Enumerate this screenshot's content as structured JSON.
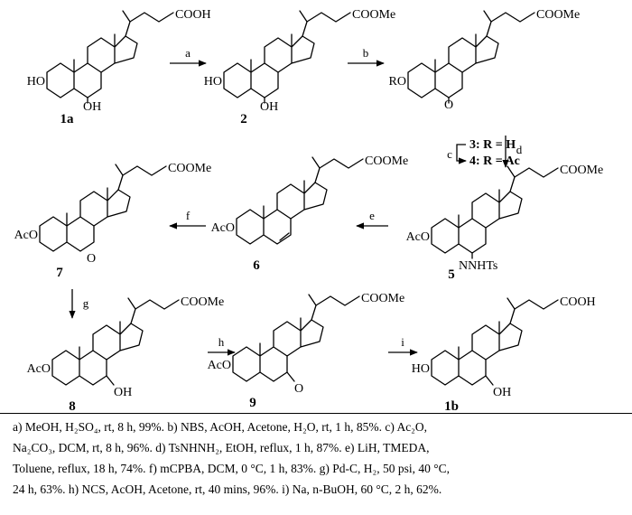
{
  "compounds": [
    {
      "id": "1a",
      "label": "1a",
      "groups": {
        "side_chain": "COOH",
        "c3": "HO",
        "c6": "OH"
      }
    },
    {
      "id": "2",
      "label": "2",
      "groups": {
        "side_chain": "COOMe",
        "c3": "HO",
        "c6": "OH"
      }
    },
    {
      "id": "3_4",
      "labels": [
        "3: R = H",
        "4: R = Ac"
      ],
      "groups": {
        "side_chain": "COOMe",
        "c3": "RO",
        "c6": "O"
      }
    },
    {
      "id": "5",
      "label": "5",
      "groups": {
        "side_chain": "COOMe",
        "c3": "AcO",
        "c6": "NNHTs"
      }
    },
    {
      "id": "6",
      "label": "6",
      "groups": {
        "side_chain": "COOMe",
        "c3": "AcO"
      }
    },
    {
      "id": "7",
      "label": "7",
      "groups": {
        "side_chain": "COOMe",
        "c3": "AcO",
        "epoxide": "O"
      }
    },
    {
      "id": "8",
      "label": "8",
      "groups": {
        "side_chain": "COOMe",
        "c3": "AcO",
        "c7": "OH"
      }
    },
    {
      "id": "9",
      "label": "9",
      "groups": {
        "side_chain": "COOMe",
        "c3": "AcO",
        "c7": "O"
      }
    },
    {
      "id": "1b",
      "label": "1b",
      "groups": {
        "side_chain": "COOH",
        "c3": "HO",
        "c7": "OH"
      }
    }
  ],
  "steps": [
    "a",
    "b",
    "c",
    "d",
    "e",
    "f",
    "g",
    "h",
    "i"
  ],
  "conditions": [
    "a) MeOH, H₂SO₄, rt, 8 h, 99%. b) NBS, AcOH, Acetone, H₂O, rt, 1 h, 85%. c) Ac₂O,",
    "Na₂CO₃, DCM, rt, 8 h, 96%. d) TsNHNH₂, EtOH, reflux, 1 h, 87%. e) LiH, TMEDA,",
    "Toluene, reflux, 18 h, 74%. f) mCPBA, DCM, 0 °C, 1 h, 83%. g) Pd-C, H₂, 50 psi, 40 °C,",
    "24 h, 63%. h) NCS, AcOH, Acetone, rt, 40 mins, 96%. i) Na, n-BuOH, 60 °C, 2 h, 62%."
  ]
}
